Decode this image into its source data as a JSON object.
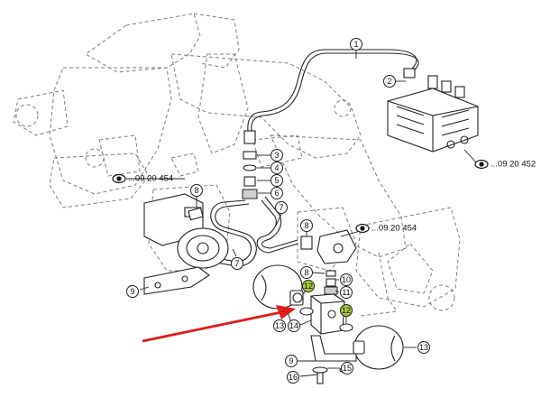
{
  "diagram": {
    "callouts": [
      {
        "id": "c1",
        "label": "1"
      },
      {
        "id": "c2",
        "label": "2"
      },
      {
        "id": "c3",
        "label": "3"
      },
      {
        "id": "c4",
        "label": "4"
      },
      {
        "id": "c5",
        "label": "5"
      },
      {
        "id": "c6",
        "label": "6"
      },
      {
        "id": "c7a",
        "label": "7"
      },
      {
        "id": "c7b",
        "label": "7"
      },
      {
        "id": "c8a",
        "label": "8"
      },
      {
        "id": "c8b",
        "label": "8"
      },
      {
        "id": "c8c",
        "label": "8"
      },
      {
        "id": "c9a",
        "label": "9"
      },
      {
        "id": "c9b",
        "label": "9"
      },
      {
        "id": "c10",
        "label": "10"
      },
      {
        "id": "c11",
        "label": "11"
      },
      {
        "id": "c12a",
        "label": "12"
      },
      {
        "id": "c12b",
        "label": "12"
      },
      {
        "id": "c13a",
        "label": "13"
      },
      {
        "id": "c13b",
        "label": "13"
      },
      {
        "id": "c14",
        "label": "14"
      },
      {
        "id": "c15",
        "label": "15"
      },
      {
        "id": "c16",
        "label": "16"
      }
    ],
    "refs": [
      {
        "id": "ref-a",
        "text": "...09 20 454"
      },
      {
        "id": "ref-b",
        "text": "...09 20 452"
      },
      {
        "id": "ref-c",
        "text": "...09 20 454"
      }
    ],
    "colors": {
      "highlight": "#a7c83a",
      "arrow": "#e01b1b",
      "line": "#222222",
      "frame": "#7d7d7d"
    }
  }
}
